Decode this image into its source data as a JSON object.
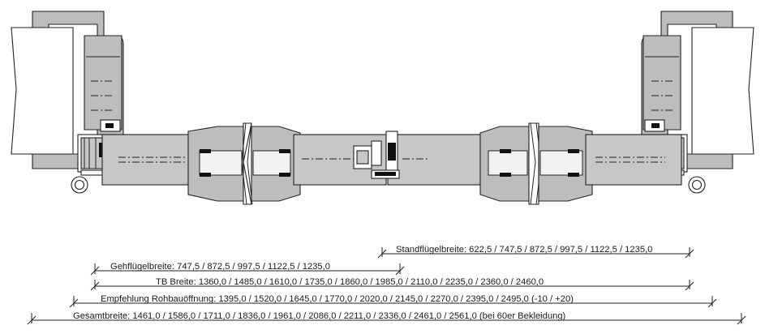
{
  "dimensions": {
    "standfluegel": "Standflügelbreite: 622,5 / 747,5 / 872,5 / 997,5 / 1122,5 / 1235,0",
    "gehfluegel": "Gehflügelbreite: 747,5 / 872,5 / 997,5 / 1122,5 / 1235,0",
    "tb_breite": "TB Breite: 1360,0 / 1485,0 / 1610,0 / 1735,0 / 1860,0 / 1985,0 / 2110,0 / 2235,0 / 2360,0 / 2460,0",
    "rohbau": "Empfehlung Rohbauöffnung: 1395,0 / 1520,0 / 1645,0 / 1770,0 / 2020,0 / 2145,0 / 2270,0 / 2395,0 / 2495,0 (-10 / +20)",
    "gesamt": "Gesamtbreite: 1461,0 / 1586,0 / 1711,0 / 1836,0 / 1961,0 / 2086,0 / 2211,0 / 2336,0 / 2461,0 / 2561,0 (bei 60er Bekleidung)"
  }
}
